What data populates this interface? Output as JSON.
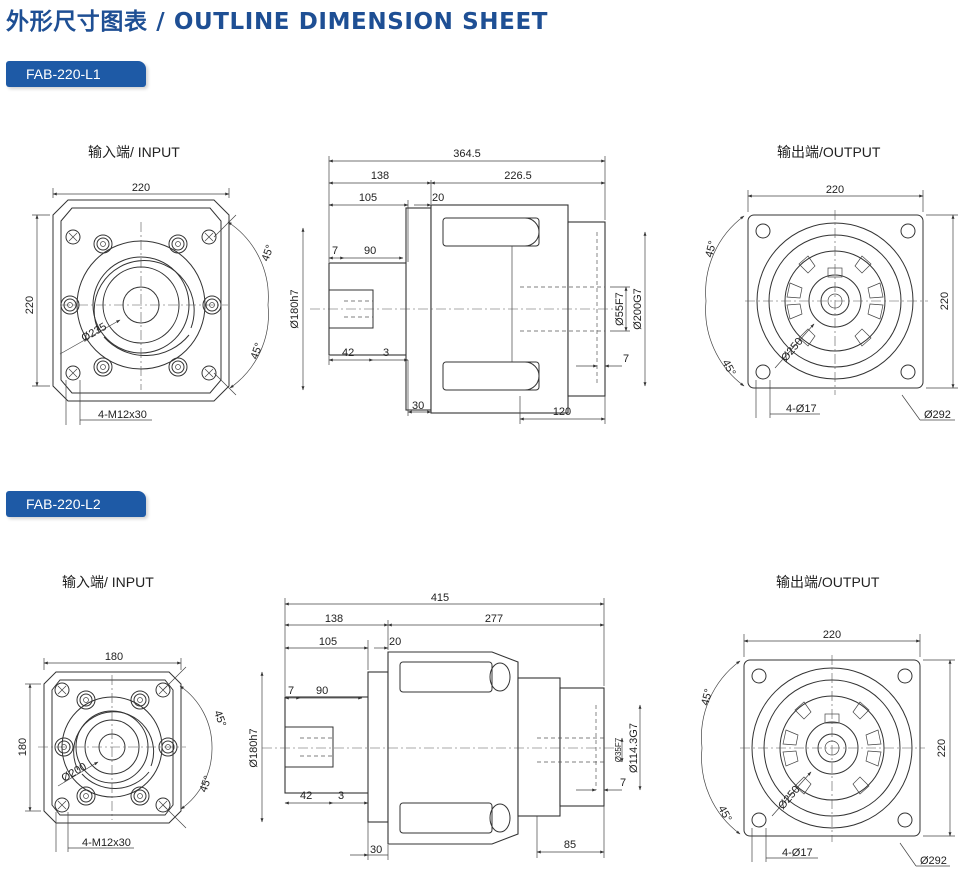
{
  "header": {
    "title": "外形尺寸图表 / OUTLINE DIMENSION SHEET"
  },
  "sections": [
    {
      "model": "FAB-220-L1",
      "input_label": "输入端/ INPUT",
      "output_label": "输出端/OUTPUT",
      "input_dims": {
        "width": "220",
        "height": "220",
        "pcd": "Ø235",
        "angle_top": "45°",
        "angle_bottom": "45°",
        "bolts": "4-M12x30"
      },
      "side_dims": {
        "total": "364.5",
        "in_len": "138",
        "out_len": "226.5",
        "d105": "105",
        "d20": "20",
        "d7a": "7",
        "d90": "90",
        "d42": "42",
        "d3": "3",
        "d30": "30",
        "d7b": "7",
        "d120": "120",
        "pilot_in": "Ø180h7",
        "shaft": "Ø55F7",
        "pilot_out": "Ø200G7"
      },
      "output_dims": {
        "width": "220",
        "height": "220",
        "pcd": "Ø250",
        "angle_top": "45°",
        "angle_bottom": "45°",
        "holes": "4-Ø17",
        "diag": "Ø292"
      }
    },
    {
      "model": "FAB-220-L2",
      "input_label": "输入端/ INPUT",
      "output_label": "输出端/OUTPUT",
      "input_dims": {
        "width": "180",
        "height": "180",
        "pcd": "Ø200",
        "angle_top": "45°",
        "angle_bottom": "45°",
        "bolts": "4-M12x30"
      },
      "side_dims": {
        "total": "415",
        "in_len": "138",
        "out_len": "277",
        "d105": "105",
        "d20": "20",
        "d7a": "7",
        "d90": "90",
        "d42": "42",
        "d3": "3",
        "d30": "30",
        "d7b": "7",
        "d85": "85",
        "pilot_in": "Ø180h7",
        "shaft": "Ø35F7",
        "pilot_out": "Ø114.3G7"
      },
      "output_dims": {
        "width": "220",
        "height": "220",
        "pcd": "Ø250",
        "angle_top": "45°",
        "angle_bottom": "45°",
        "holes": "4-Ø17",
        "diag": "Ø292"
      }
    }
  ]
}
